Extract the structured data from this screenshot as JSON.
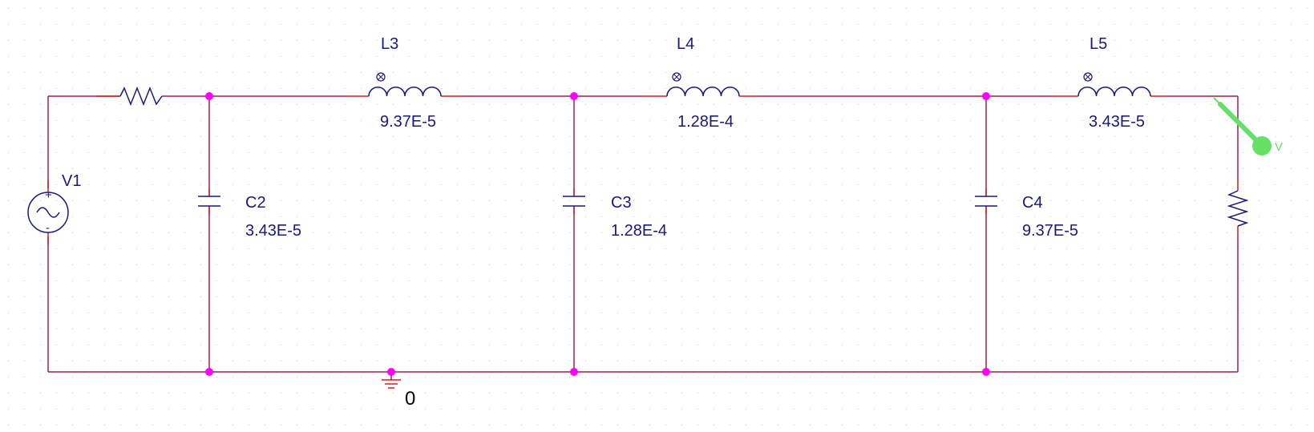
{
  "schematic": {
    "source": {
      "name": "V1",
      "plus": "+",
      "minus": "-"
    },
    "inductors": [
      {
        "name": "L3",
        "value": "9.37E-5"
      },
      {
        "name": "L4",
        "value": "1.28E-4"
      },
      {
        "name": "L5",
        "value": "3.43E-5"
      }
    ],
    "capacitors": [
      {
        "name": "C2",
        "value": "3.43E-5"
      },
      {
        "name": "C3",
        "value": "1.28E-4"
      },
      {
        "name": "C4",
        "value": "9.37E-5"
      }
    ],
    "ground": {
      "label": "0"
    },
    "probe": {
      "label": "V",
      "color": "#66e066"
    },
    "colors": {
      "wire": "#a0204a",
      "component": "#d02020",
      "text": "#1a1a7a",
      "junction": "#ff00ff",
      "inductor_symbol": "#1a1a7a",
      "grid": "#c8c8c8"
    }
  }
}
